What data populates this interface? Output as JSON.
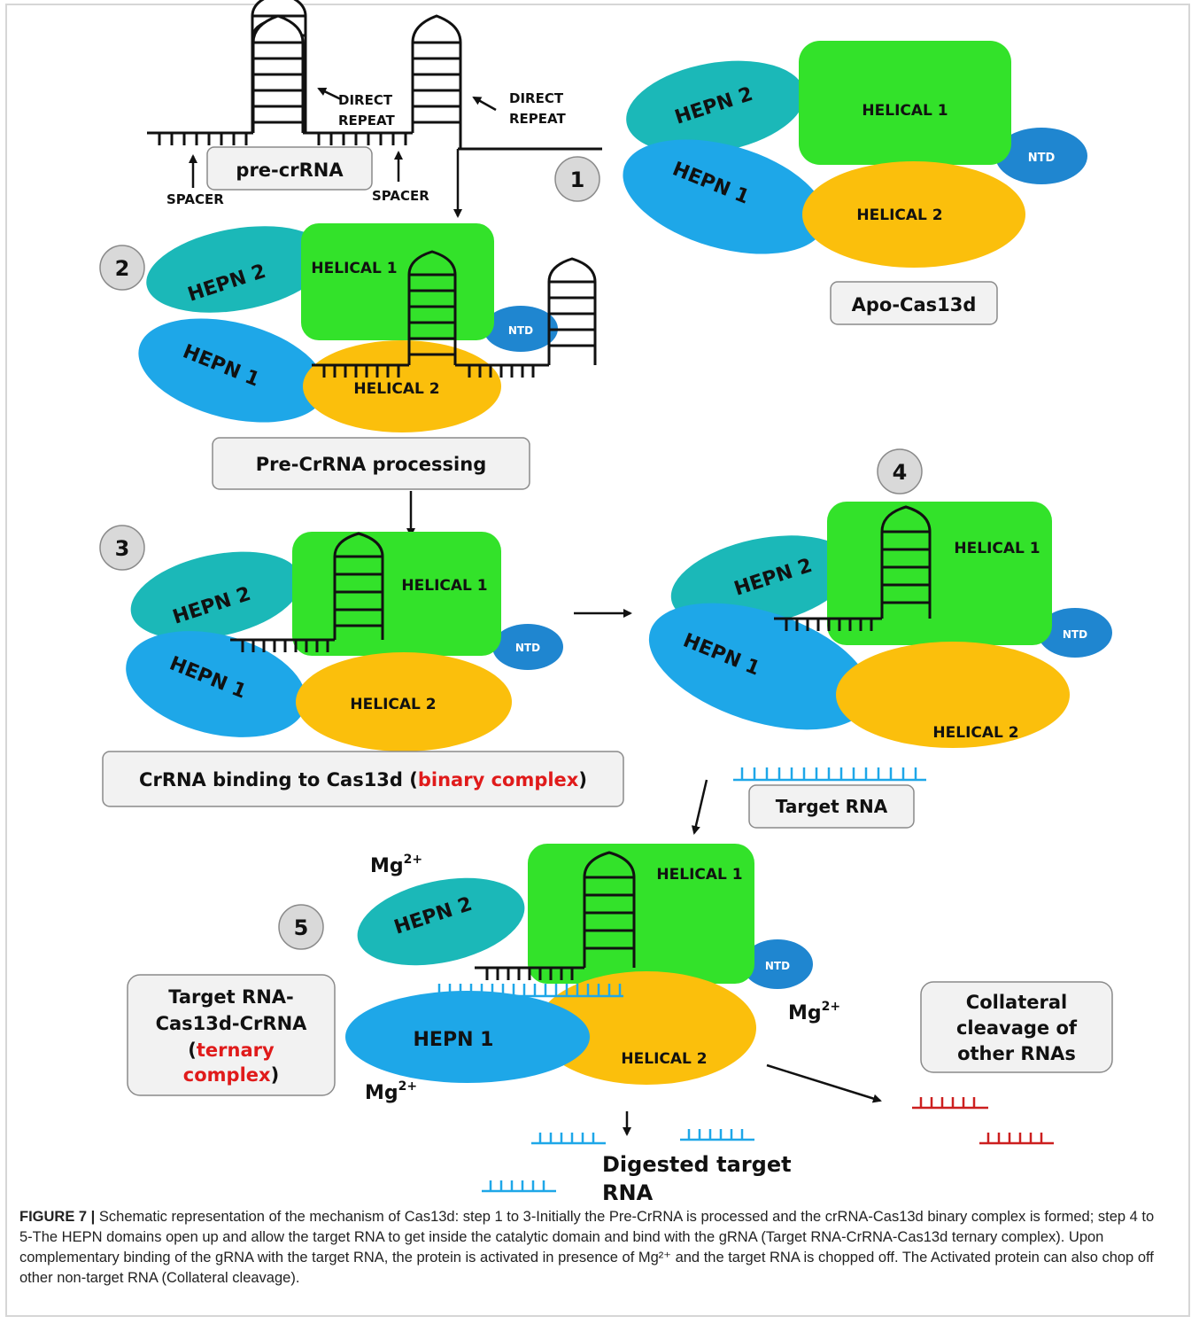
{
  "labels": {
    "hepn1": "HEPN 1",
    "hepn2": "HEPN 2",
    "helical1": "HELICAL 1",
    "helical2": "HELICAL 2",
    "ntd": "NTD",
    "direct_repeat_1": "DIRECT",
    "direct_repeat_2": "REPEAT",
    "spacer": "SPACER",
    "mg": "Mg",
    "mg_charge": "2+"
  },
  "steps": {
    "s1": "1",
    "s2": "2",
    "s3": "3",
    "s4": "4",
    "s5": "5"
  },
  "boxes": {
    "pre_crrna": "pre-crRNA",
    "apo": "Apo-Cas13d",
    "processing": "Pre-CrRNA processing",
    "binding_a": "CrRNA binding to Cas13d (",
    "binding_b": "binary complex",
    "binding_c": ")",
    "target_rna": "Target RNA",
    "ternary_1": "Target RNA-",
    "ternary_2": "Cas13d-CrRNA",
    "ternary_3a": "(",
    "ternary_3b": "ternary",
    "ternary_4a": "complex",
    "ternary_4b": ")",
    "collateral_1": "Collateral",
    "collateral_2": "cleavage of",
    "collateral_3": "other RNAs",
    "digested_1": "Digested  target",
    "digested_2": "RNA"
  },
  "colors": {
    "hepn1": "#1ea7e8",
    "hepn2": "#1bb8b8",
    "helical1": "#33e22a",
    "helical2": "#fbbf0c",
    "ntd": "#1f86d0",
    "target_rna": "#1ea7e8",
    "other_rna": "#cc1f1f",
    "highlight_text": "#e01b1b"
  },
  "caption": {
    "label": "FIGURE 7 |",
    "text": " Schematic representation of the mechanism of Cas13d: step 1 to 3-Initially the Pre-CrRNA is processed and the crRNA-Cas13d binary complex is formed; step 4 to 5-The HEPN domains open up and allow the target RNA to get inside the catalytic domain and bind with the gRNA (Target RNA-CrRNA-Cas13d ternary complex). Upon complementary binding of the gRNA with the target RNA, the protein is activated in presence of Mg²⁺ and the target RNA is chopped off. The Activated protein can also chop off other non-target RNA (Collateral cleavage)."
  }
}
